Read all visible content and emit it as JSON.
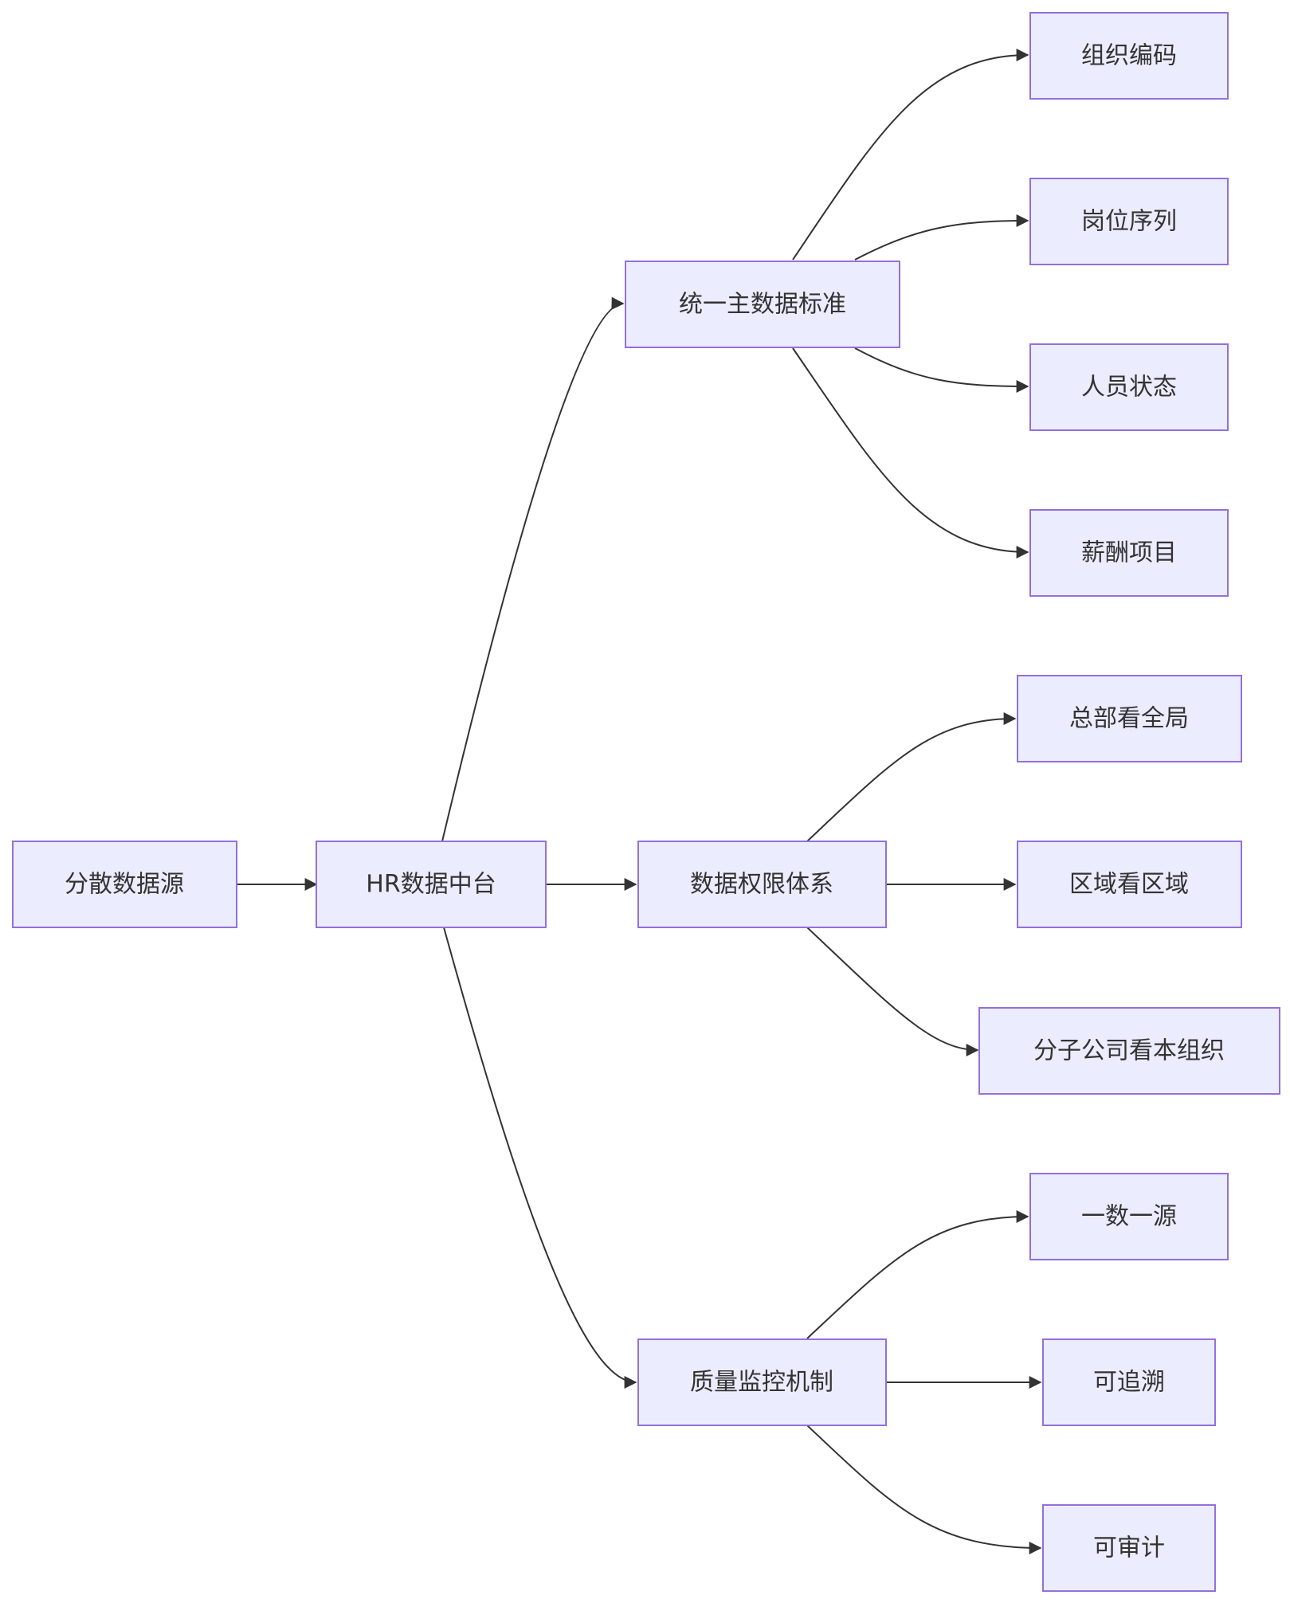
{
  "diagram": {
    "nodes": {
      "source": "分散数据源",
      "hub": "HR数据中台",
      "standard": "统一主数据标准",
      "permission": "数据权限体系",
      "quality": "质量监控机制",
      "org_code": "组织编码",
      "job_seq": "岗位序列",
      "staff_status": "人员状态",
      "pay_items": "薪酬项目",
      "hq_view": "总部看全局",
      "region_view": "区域看区域",
      "sub_view": "分子公司看本组织",
      "single_source": "一数一源",
      "traceable": "可追溯",
      "auditable": "可审计"
    },
    "edges": [
      [
        "source",
        "hub"
      ],
      [
        "hub",
        "standard"
      ],
      [
        "hub",
        "permission"
      ],
      [
        "hub",
        "quality"
      ],
      [
        "standard",
        "org_code"
      ],
      [
        "standard",
        "job_seq"
      ],
      [
        "standard",
        "staff_status"
      ],
      [
        "standard",
        "pay_items"
      ],
      [
        "permission",
        "hq_view"
      ],
      [
        "permission",
        "region_view"
      ],
      [
        "permission",
        "sub_view"
      ],
      [
        "quality",
        "single_source"
      ],
      [
        "quality",
        "traceable"
      ],
      [
        "quality",
        "auditable"
      ]
    ]
  }
}
